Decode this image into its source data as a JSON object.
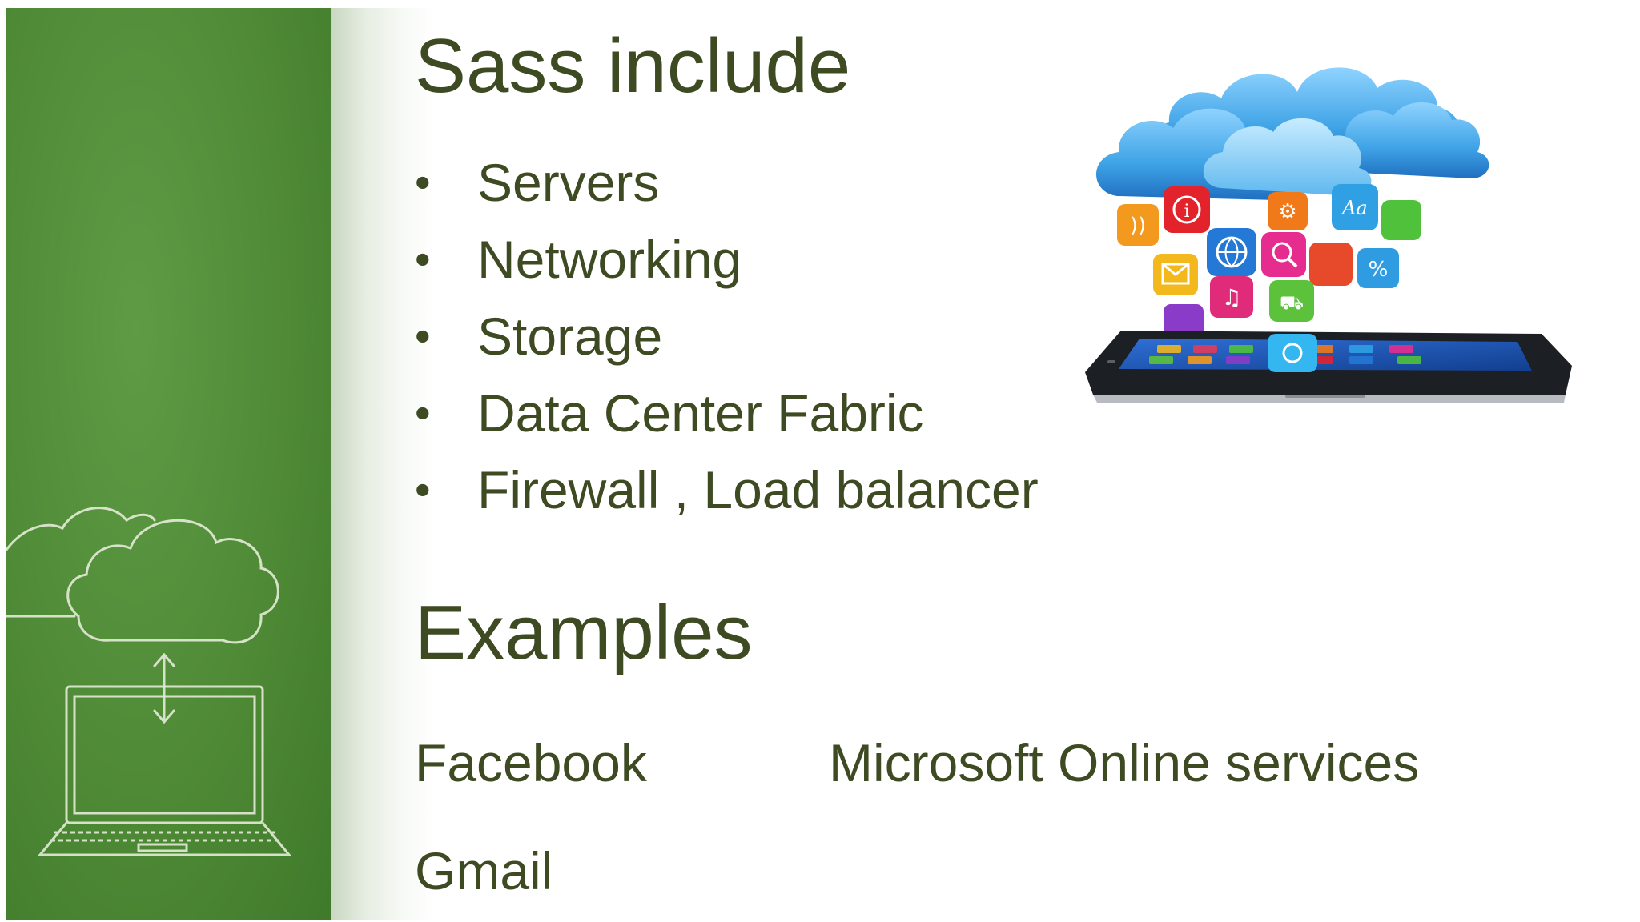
{
  "slide": {
    "title": "Sass include",
    "bullets": [
      {
        "label": "Servers"
      },
      {
        "label": "Networking"
      },
      {
        "label": "Storage"
      },
      {
        "label": "Data Center Fabric"
      },
      {
        "label": "Firewall , Load balancer"
      }
    ],
    "bullet_symbol": "•",
    "examples_heading": "Examples",
    "examples": {
      "facebook": "Facebook",
      "microsoft": "Microsoft Online services",
      "gmail": "Gmail"
    }
  },
  "decoration": {
    "left_panel_icons": [
      "chalk-cloud-icon",
      "chalk-double-arrow-icon",
      "chalk-laptop-icon"
    ],
    "illustration_icons": [
      "cloud-icon",
      "smartphone-icon",
      "rss-app-icon",
      "info-app-icon",
      "gear-app-icon",
      "font-app-icon",
      "globe-app-icon",
      "search-app-icon",
      "mail-app-icon",
      "music-app-icon",
      "lock-app-icon",
      "cart-app-icon",
      "camera-app-icon",
      "percent-app-icon"
    ]
  },
  "colors": {
    "text": "#3d4a22",
    "panel_green": "#4f8a36",
    "chalk": "#e4ecd8",
    "cloud_blue": "#3fa3e6",
    "phone_dark": "#1c1f24"
  }
}
